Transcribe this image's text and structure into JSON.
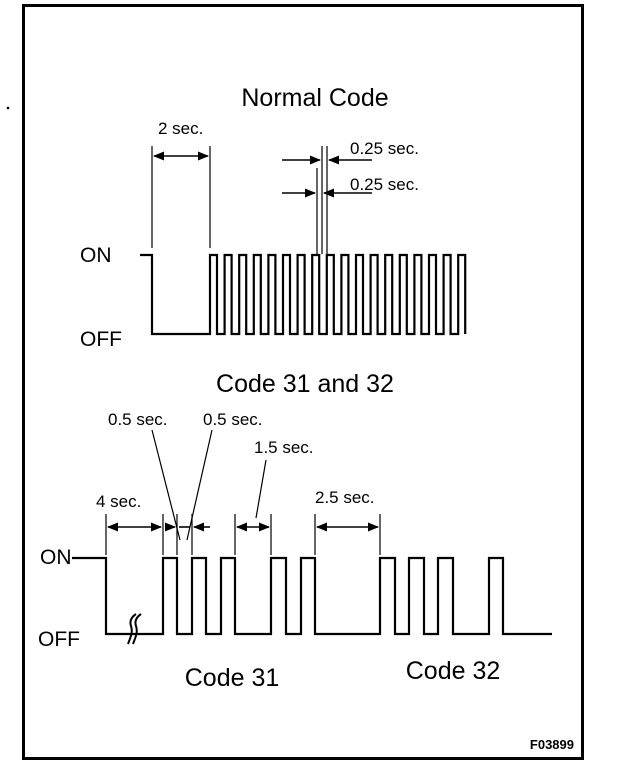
{
  "normal": {
    "title": "Normal Code",
    "on_label": "ON",
    "off_label": "OFF",
    "dim_2sec": "2 sec.",
    "dim_025a": "0.25 sec.",
    "dim_025b": "0.25 sec."
  },
  "codes": {
    "title": "Code 31 and 32",
    "on_label": "ON",
    "off_label": "OFF",
    "dim_4sec": "4 sec.",
    "dim_05a": "0.5 sec.",
    "dim_05b": "0.5 sec.",
    "dim_15": "1.5 sec.",
    "dim_25": "2.5 sec.",
    "code31": "Code 31",
    "code32": "Code 32"
  },
  "figure_id": "F03899"
}
